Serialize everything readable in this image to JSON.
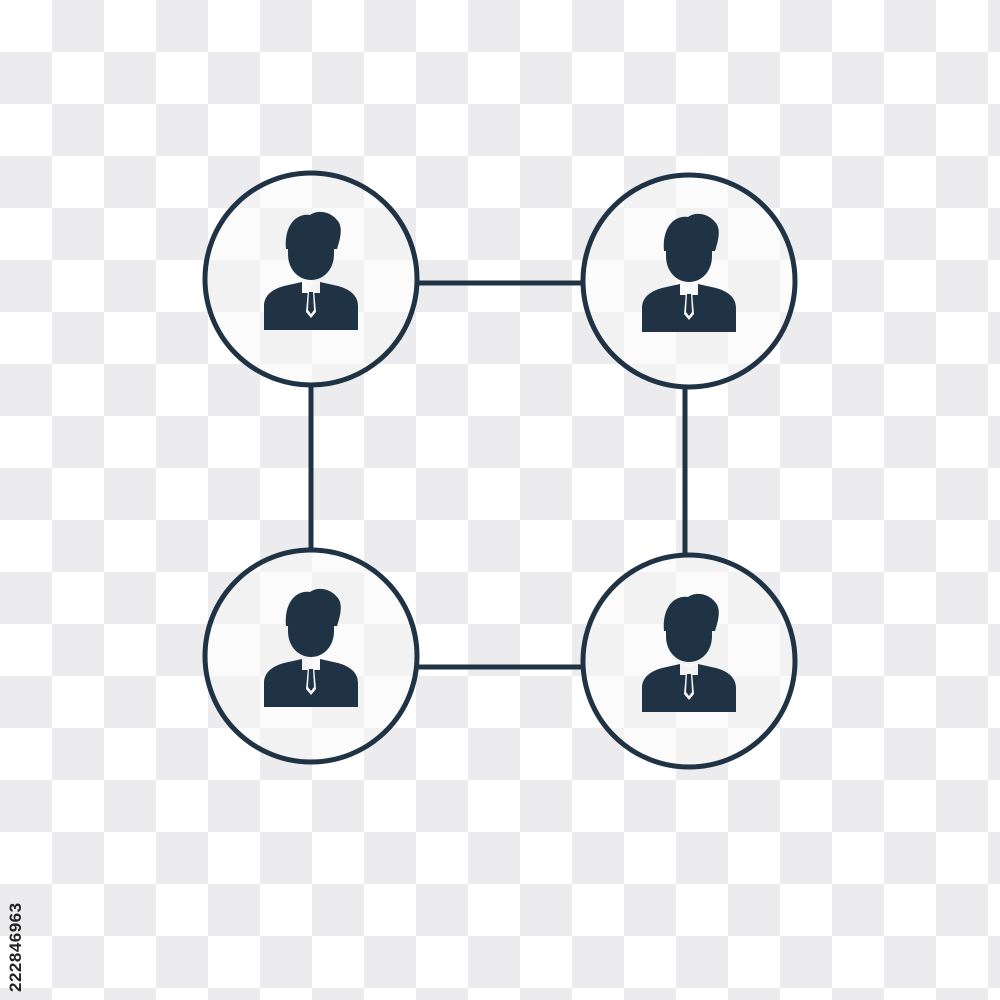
{
  "image": {
    "icon_color": "#1f3344",
    "background": "transparency-checkerboard",
    "stock_id": "222846963"
  },
  "network": {
    "nodes": [
      {
        "icon": "businessman-icon"
      },
      {
        "icon": "businessman-icon"
      },
      {
        "icon": "businessman-icon"
      },
      {
        "icon": "businessman-icon"
      }
    ],
    "links": [
      {
        "from": 0,
        "to": 1
      },
      {
        "from": 0,
        "to": 2
      },
      {
        "from": 1,
        "to": 3
      },
      {
        "from": 2,
        "to": 3
      }
    ]
  }
}
